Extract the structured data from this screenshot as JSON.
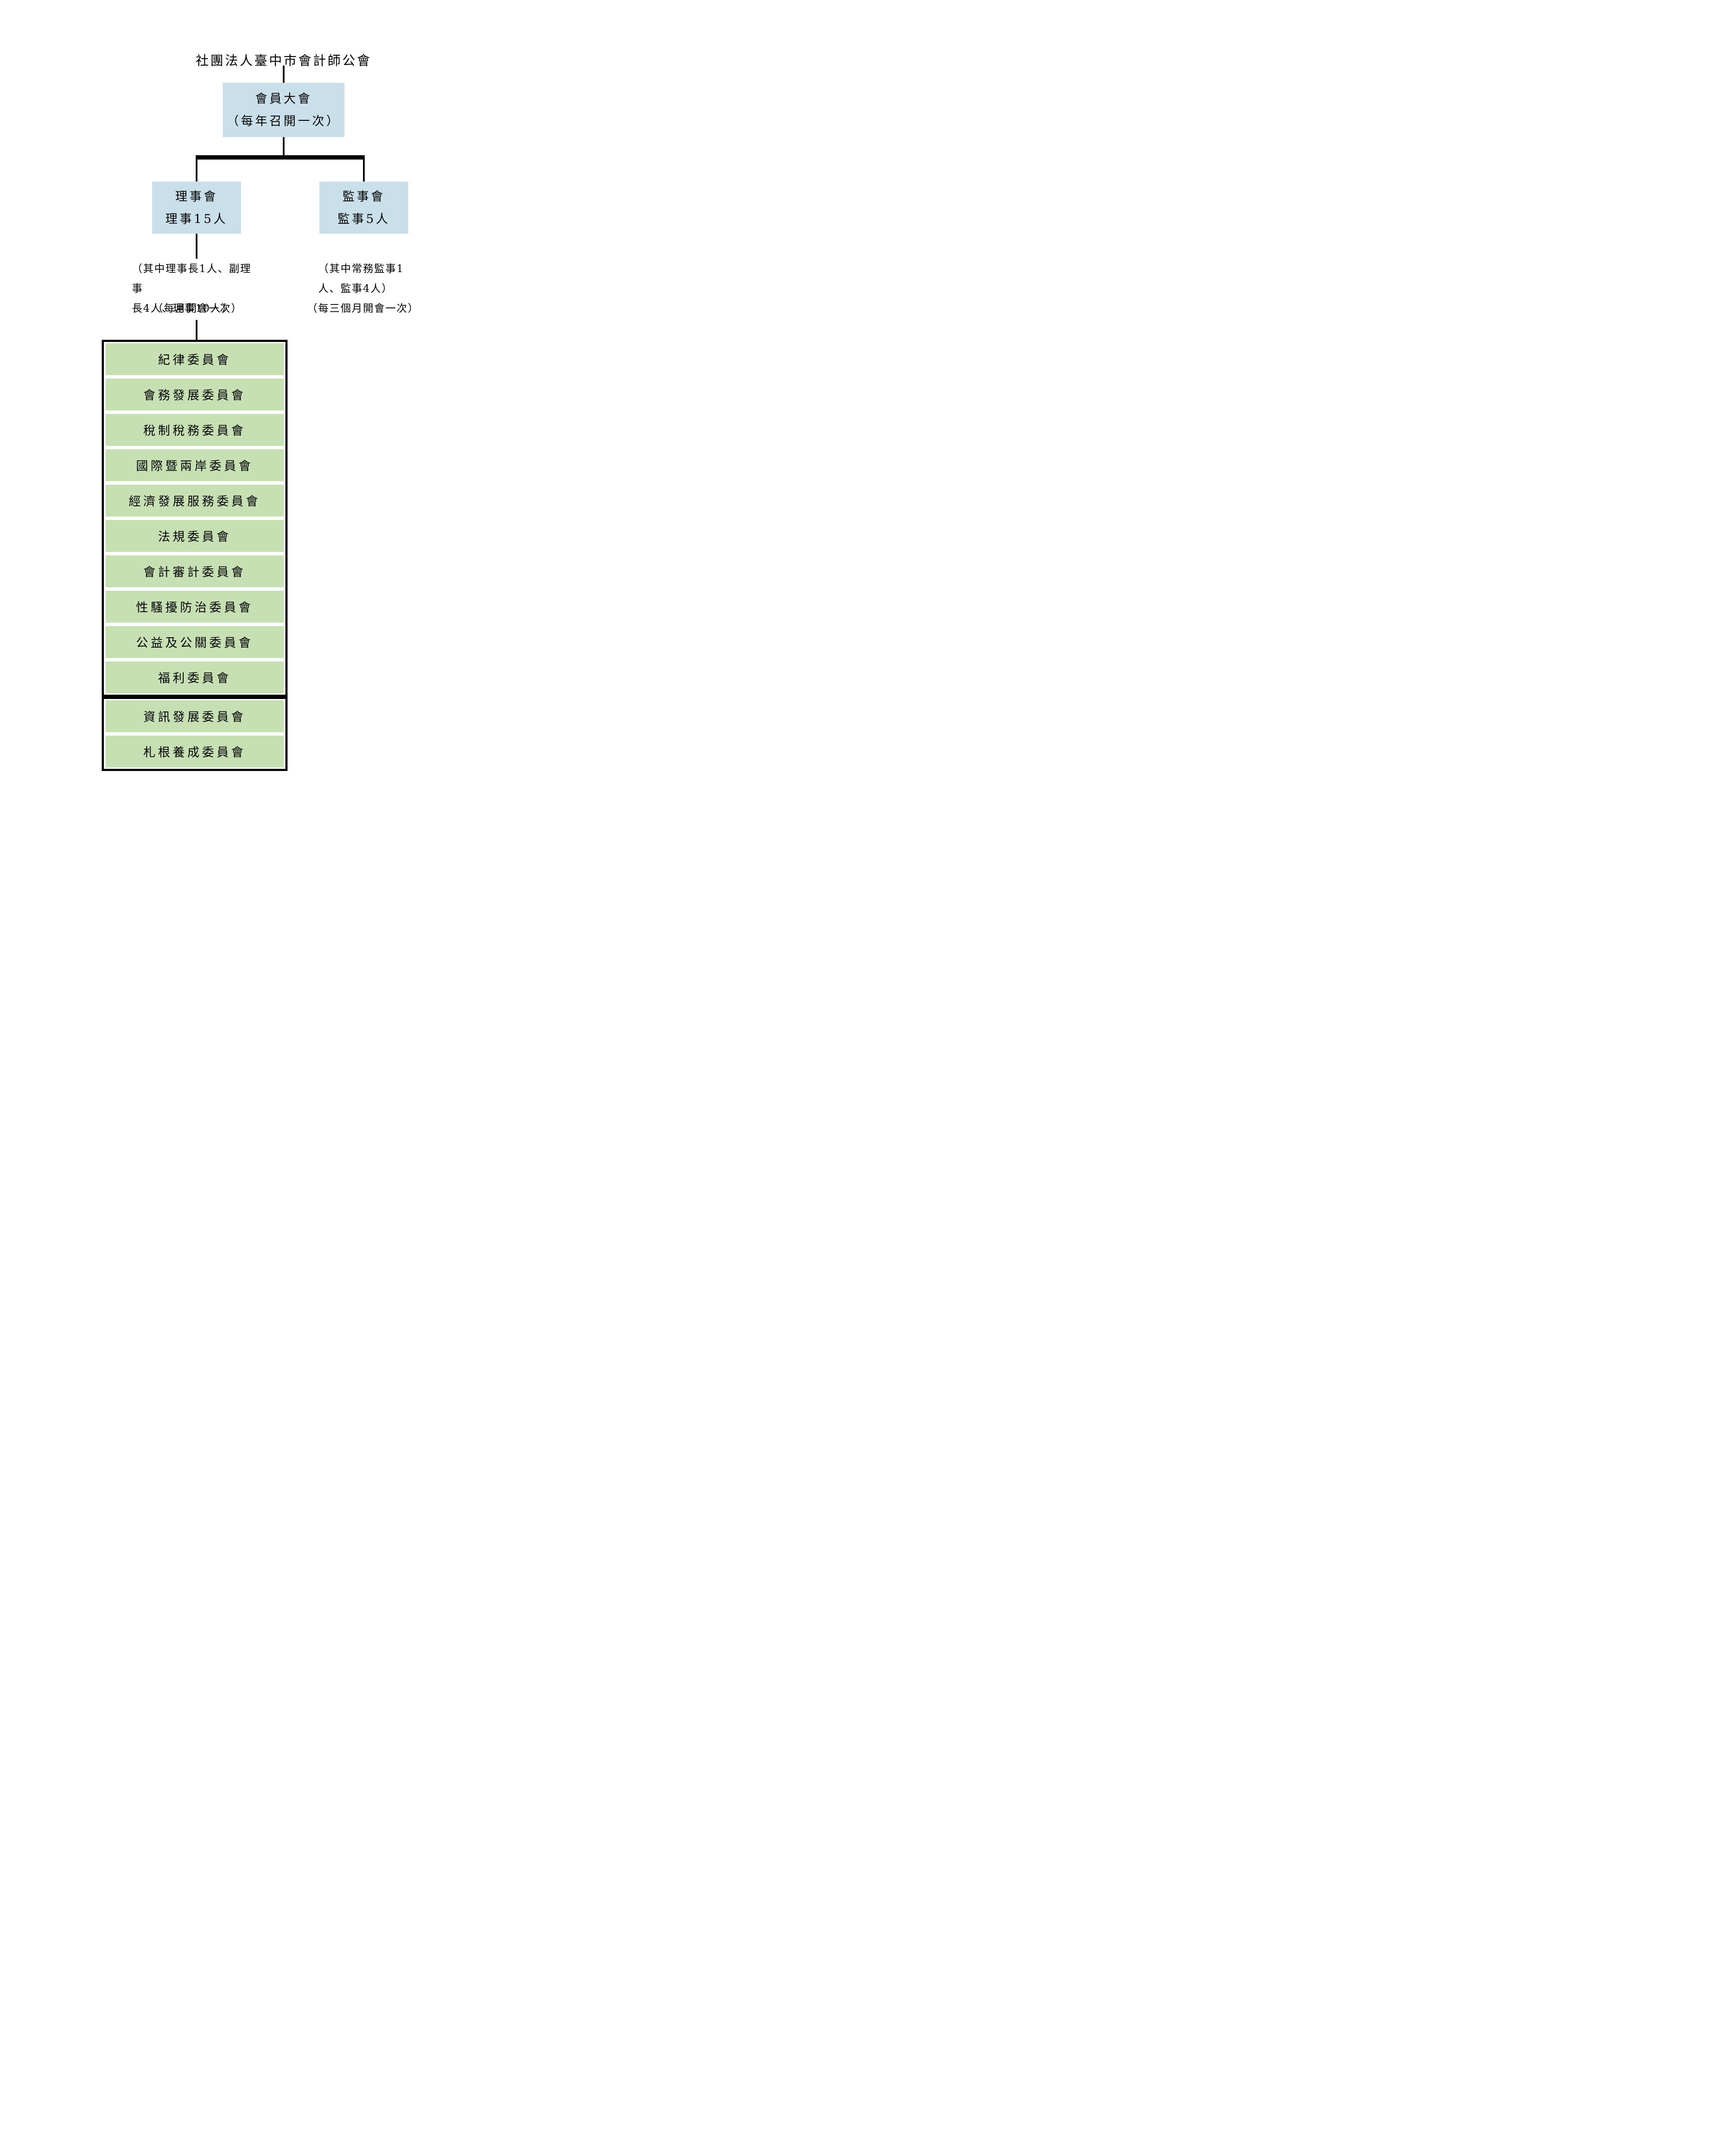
{
  "org_title": "社團法人臺中市會計師公會",
  "nodes": {
    "general_assembly": {
      "name": "會員大會",
      "note": "（每年召開一次）"
    },
    "board_of_directors": {
      "name": "理事會",
      "members": "理事15人",
      "composition_line1": "（其中理事長1人、副理事",
      "composition_line2": "長4人、理事10人）",
      "meeting": "（每月開會一次）"
    },
    "board_of_supervisors": {
      "name": "監事會",
      "members": "監事5人",
      "composition_line1": "（其中常務監事1",
      "composition_line2": "人、監事4人）",
      "meeting": "（每三個月開會一次）"
    }
  },
  "committees": [
    "紀律委員會",
    "會務發展委員會",
    "稅制稅務委員會",
    "國際暨兩岸委員會",
    "經濟發展服務委員會",
    "法規委員會",
    "會計審計委員會",
    "性騷擾防治委員會",
    "公益及公關委員會",
    "福利委員會",
    "資訊發展委員會",
    "札根養成委員會"
  ],
  "colors": {
    "assembly_box": "#c9e0ea",
    "committee_box": "#c6e0b4",
    "connector": "#000000"
  }
}
